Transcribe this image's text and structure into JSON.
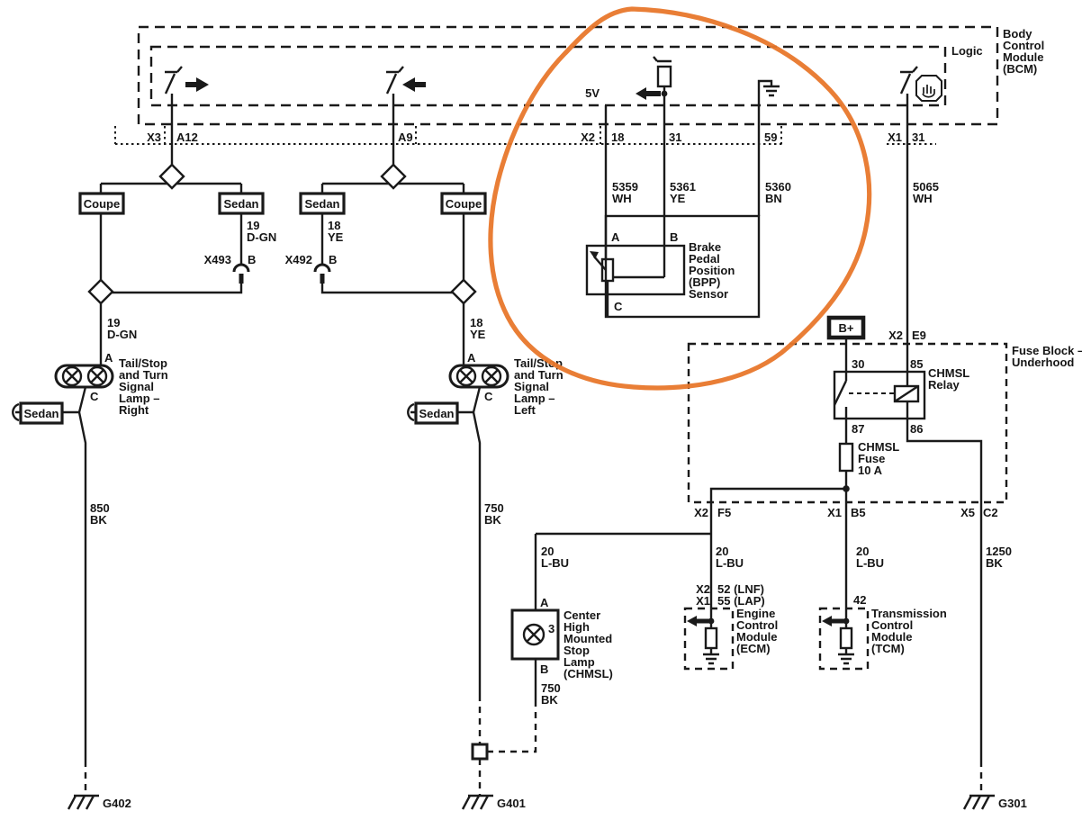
{
  "colors": {
    "diagram_line": "#1a1a1a",
    "annotation_circle": "#e8772b"
  },
  "bcm": {
    "label": [
      "Body",
      "Control",
      "Module",
      "(BCM)"
    ],
    "logic": "Logic",
    "supply": "5V",
    "conn_x3": "X3",
    "pin_a12": "A12",
    "pin_a9": "A9",
    "conn_x2": "X2",
    "pin_18": "18",
    "pin_31": "31",
    "pin_59": "59",
    "conn_x1": "X1",
    "pin_x1_31": "31"
  },
  "wires": {
    "w5359": [
      "5359",
      "WH"
    ],
    "w5361": [
      "5361",
      "YE"
    ],
    "w5360": [
      "5360",
      "BN"
    ],
    "w5065": [
      "5065",
      "WH"
    ],
    "w19dgn_a": [
      "19",
      "D-GN"
    ],
    "w19dgn_b": [
      "19",
      "D-GN"
    ],
    "w18ye_a": [
      "18",
      "YE"
    ],
    "w18ye_b": [
      "18",
      "YE"
    ],
    "w850bk": [
      "850",
      "BK"
    ],
    "w750bk_left": [
      "750",
      "BK"
    ],
    "w750bk_chmsl": [
      "750",
      "BK"
    ],
    "w20lbu_chmsl": [
      "20",
      "L-BU"
    ],
    "w20lbu_ecm": [
      "20",
      "L-BU"
    ],
    "w20lbu_tcm": [
      "20",
      "L-BU"
    ],
    "w1250bk": [
      "1250",
      "BK"
    ]
  },
  "variants": {
    "c1_left": "Coupe",
    "c1_right": "Sedan",
    "c2_left": "Sedan",
    "c2_right": "Coupe",
    "lamp_right_tag": "Sedan",
    "lamp_left_tag": "Sedan"
  },
  "inline_connectors": {
    "x493": "X493",
    "x493_pin": "B",
    "x492": "X492",
    "x492_pin": "B"
  },
  "bpp": {
    "pin_a": "A",
    "pin_b": "B",
    "pin_c": "C",
    "label": [
      "Brake",
      "Pedal",
      "Position",
      "(BPP)",
      "Sensor"
    ]
  },
  "lamp_right": {
    "pin_a": "A",
    "pin_c": "C",
    "label": [
      "Tail/Stop",
      "and Turn",
      "Signal",
      "Lamp –",
      "Right"
    ]
  },
  "lamp_left": {
    "pin_a": "A",
    "pin_c": "C",
    "label": [
      "Tail/Stop",
      "and Turn",
      "Signal",
      "Lamp –",
      "Left"
    ]
  },
  "fuse_block": {
    "label": [
      "Fuse Block –",
      "Underhood"
    ],
    "bplus": "B+",
    "conn_x2": "X2",
    "pin_e9": "E9",
    "relay": {
      "label": [
        "CHMSL",
        "Relay"
      ],
      "p30": "30",
      "p85": "85",
      "p87": "87",
      "p86": "86"
    },
    "fuse": {
      "label": [
        "CHMSL",
        "Fuse",
        "10 A"
      ]
    },
    "conn_x2f5": "X2",
    "pin_f5": "F5",
    "conn_x1b5": "X1",
    "pin_b5": "B5",
    "conn_x5c2": "X5",
    "pin_c2": "C2"
  },
  "chmsl": {
    "pin_a": "A",
    "bulb": "3",
    "pin_b": "B",
    "label": [
      "Center",
      "High",
      "Mounted",
      "Stop",
      "Lamp",
      "(CHMSL)"
    ]
  },
  "ecm": {
    "conn1": "X2",
    "pin1": "52 (LNF)",
    "conn2": "X1",
    "pin2": "55 (LAP)",
    "label": [
      "Engine",
      "Control",
      "Module",
      "(ECM)"
    ]
  },
  "tcm": {
    "pin": "42",
    "label": [
      "Transmission",
      "Control",
      "Module",
      "(TCM)"
    ]
  },
  "grounds": {
    "g402": "G402",
    "g401": "G401",
    "g301": "G301"
  }
}
